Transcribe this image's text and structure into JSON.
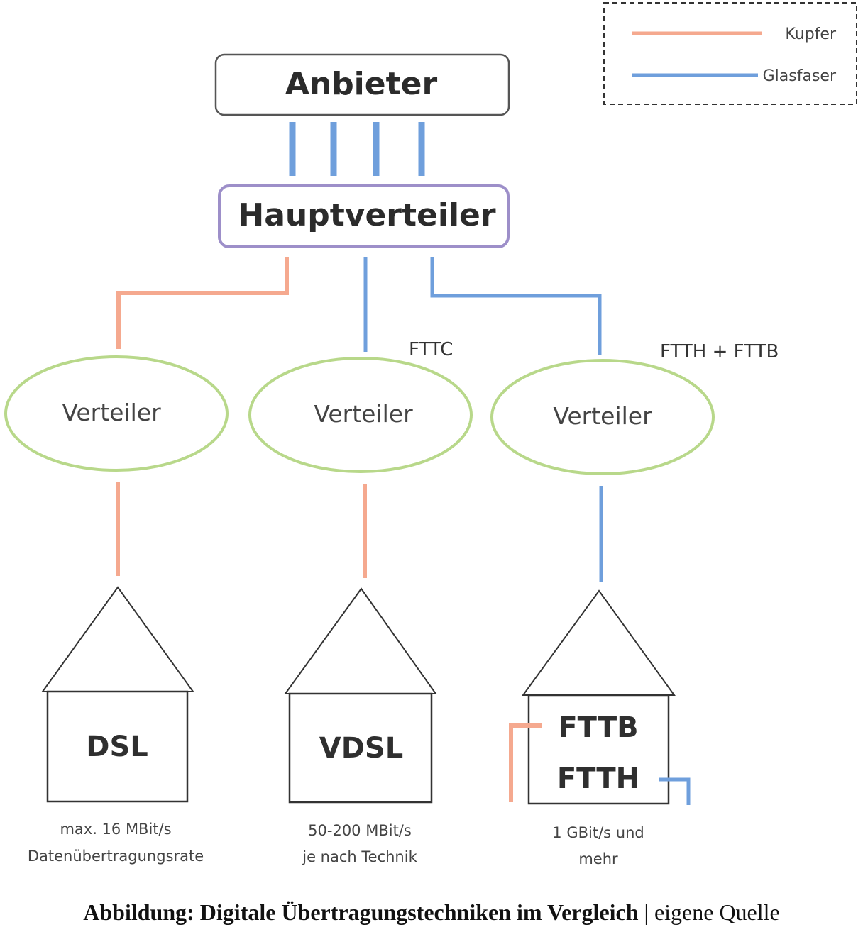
{
  "colors": {
    "copper": "#f5a98f",
    "fiber": "#6f9fdc",
    "verteiler_outline": "#b8d88a",
    "hauptverteiler_outline": "#9d8fc9",
    "anbieter_outline": "#555555",
    "ftth_text": "#4f86d0",
    "fttb_text": "#f4946f"
  },
  "legend": {
    "copper_label": "Kupfer",
    "fiber_label": "Glasfaser"
  },
  "anbieter": {
    "label": "Anbieter"
  },
  "hauptverteiler": {
    "label": "Hauptverteiler"
  },
  "labels": {
    "fttc": "FTTC",
    "ftth_fttb": "FTTH + FTTB"
  },
  "verteiler": [
    {
      "label": "Verteiler"
    },
    {
      "label": "Verteiler"
    },
    {
      "label": "Verteiler"
    }
  ],
  "houses": [
    {
      "label": "DSL",
      "speed_line1": "max. 16 MBit/s",
      "speed_line2": "Datenübertragungsrate"
    },
    {
      "label": "VDSL",
      "speed_line1": "50-200 MBit/s",
      "speed_line2": "je nach Technik"
    },
    {
      "label_fttb": "FTTB",
      "label_ftth": "FTTH",
      "speed_line1": "1 GBit/s und",
      "speed_line2": "mehr"
    }
  ],
  "caption": {
    "title": "Abbildung: Digitale Übertragungstechniken im Vergleich",
    "separator": " | ",
    "source": "eigene Quelle"
  }
}
